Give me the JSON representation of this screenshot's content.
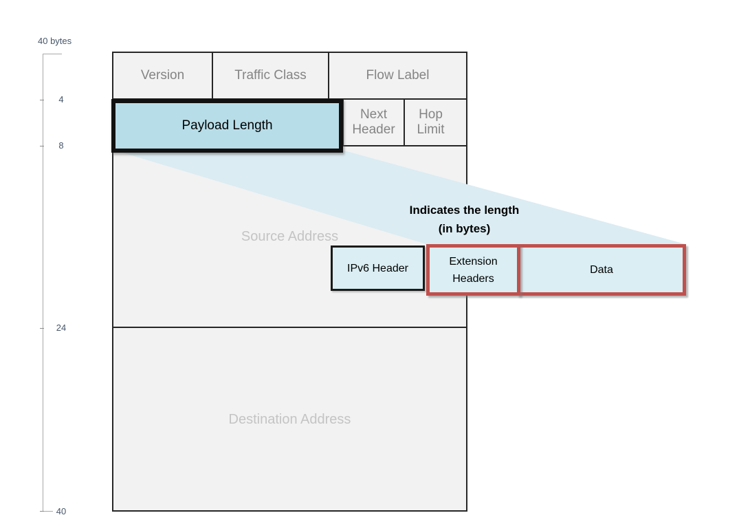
{
  "ruler": {
    "axis_label": "40 bytes",
    "ticks": [
      {
        "label": "4"
      },
      {
        "label": "8"
      },
      {
        "label": "24"
      },
      {
        "label": "40"
      }
    ]
  },
  "ipv6_header_table": {
    "fields": {
      "version": "Version",
      "traffic_class": "Traffic Class",
      "flow_label": "Flow Label",
      "payload_length": "Payload Length",
      "next_header": "Next Header",
      "hop_limit": "Hop Limit",
      "source_address": "Source Address",
      "destination_address": "Destination Address"
    }
  },
  "annotation": {
    "line1": "Indicates the length",
    "line2": "(in bytes)"
  },
  "packet_structure": {
    "segments": [
      {
        "label": "IPv6 Header",
        "highlighted": false
      },
      {
        "label": "Extension Headers",
        "highlighted": true
      },
      {
        "label": "Data",
        "highlighted": true
      }
    ]
  },
  "colors": {
    "highlight_fill": "#b7dde8",
    "beam_fill": "#dbecf2",
    "segment_fill": "#daeef3",
    "highlight_border": "#c0504d",
    "table_fill": "#f2f2f2",
    "table_border": "#262626",
    "muted_field_text": "#848484",
    "faint_address_text": "#c4c4c4",
    "ruler_text": "#47566a"
  }
}
